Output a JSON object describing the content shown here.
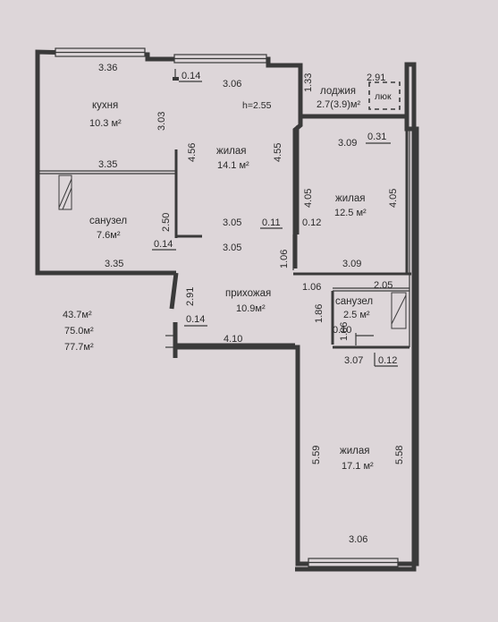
{
  "rooms": {
    "kitchen": {
      "name": "кухня",
      "area": "10.3 м²"
    },
    "living1": {
      "name": "жилая",
      "area": "14.1 м²"
    },
    "living2": {
      "name": "жилая",
      "area": "12.5 м²"
    },
    "living3": {
      "name": "жилая",
      "area": "17.1 м²"
    },
    "bath1": {
      "name": "санузел",
      "area": "7.6м²"
    },
    "bath2": {
      "name": "санузел",
      "area": "2.5 м²"
    },
    "hall": {
      "name": "прихожая",
      "area": "10.9м²"
    },
    "loggia": {
      "name": "лоджия",
      "area": "2.7(3.9)м²"
    }
  },
  "hatch_label": "люк",
  "ceiling_height": "h=2.55",
  "totals": [
    "43.7м²",
    "75.0м²",
    "77.7м²"
  ],
  "dims": {
    "d_336_top": "3.36",
    "d_014_top": "0.14",
    "d_306_top": "3.06",
    "d_133": "1.33",
    "d_291_loggia": "2.91",
    "d_303": "3.03",
    "d_456": "4.56",
    "d_455": "4.55",
    "d_309_a": "3.09",
    "d_031": "0.31",
    "d_335_a": "3.35",
    "d_405_a": "4.05",
    "d_405_b": "4.05",
    "d_250": "2.50",
    "d_014_b": "0.14",
    "d_305_a": "3.05",
    "d_011": "0.11",
    "d_012_a": "0.12",
    "d_305_b": "3.05",
    "d_106_v": "1.06",
    "d_335_b": "3.35",
    "d_309_b": "3.09",
    "d_291_hall": "2.91",
    "d_106_h": "1.06",
    "d_205": "2.05",
    "d_186_a": "1.86",
    "d_186_b": "1.86",
    "d_010": "0.10",
    "d_014_c": "0.14",
    "d_410": "4.10",
    "d_307": "3.07",
    "d_012_b": "0.12",
    "d_559": "5.59",
    "d_558": "5.58",
    "d_306_bottom": "3.06"
  }
}
